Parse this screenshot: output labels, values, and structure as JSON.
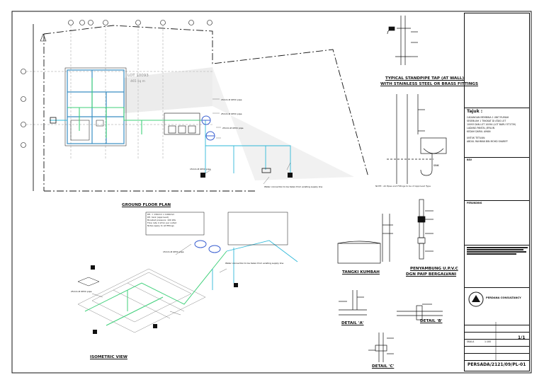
{
  "colors": {
    "line": "#111111",
    "room_blue": "#3a8fc4",
    "pipe_green": "#3fd07a",
    "pipe_cyan": "#2fb8d8",
    "tank_blue": "#3a5fd0",
    "zone_gray": "#b8b8b8"
  },
  "plan": {
    "title": "GROUND FLOOR PLAN",
    "lot_label": "LOT 10093",
    "lot_area": "465 sq m",
    "notes": [
      "15mm Ø UPVC pipe",
      "25mm Ø UPVC pipe",
      "25mm Ø UPVC pipe",
      "15mm Ø UPVC pipe",
      "Water connection to be taken from existing supply line"
    ]
  },
  "iso": {
    "title": "ISOMETRIC VIEW",
    "spec_lines": [
      "P.E. = 150mm x 1000mm",
      "P.E. tank (approved)",
      "Boosted pressure: 100 kPa",
      "Flow rate 4 l/min per outlet",
      "Notes apply to all fittings"
    ],
    "notes": [
      "15mm Ø UPVC pipe",
      "25mm Ø UPVC pipe",
      "Water connection to be taken from existing supply line"
    ]
  },
  "standpipe": {
    "title_1": "TYPICAL STANDPIPE TAP (AT WALL)",
    "title_2": "WITH STAINLESS STEEL OR BRASS FITTINGS"
  },
  "detail_sink": {
    "label": "SINK",
    "note": "NOTE : All Pipes and Fittings to be of Approved Type"
  },
  "tank": {
    "title": "TANGKI KUMBAH"
  },
  "connection": {
    "title_1": "PENYAMBUNG U.P.V.C",
    "title_2": "DGN PAIP BERGALVANI"
  },
  "details": {
    "a": "DETAIL 'A'",
    "b": "DETAIL 'B'",
    "c": "DETAIL 'C'"
  },
  "title_block": {
    "notes_head": "Tajuk :",
    "project_lines": [
      "CADANGAN MEMBINA 1 UNIT RUMAH",
      "SESEBUAH 1 TINGKAT DI ATAS LOT",
      "10093 DAN LOT 10094 (LOT BARU 5T3739)",
      "LADANG PANTAI, JERLUN",
      "KEDAH DARUL AMAN"
    ],
    "owner_head": "UNTUK TETUAN:",
    "owner": "ABDUL RAHMAN BIN MOHD SHARIFF",
    "rev_head": "REV",
    "consultant_head": "PERUNDING",
    "consultant": "PERDANA CONSULTANCY",
    "drawing_no": "PERSADA/2121/09/PL-01",
    "sheet": "1/1",
    "scale_label": "SKALA",
    "scale": "1:100"
  }
}
